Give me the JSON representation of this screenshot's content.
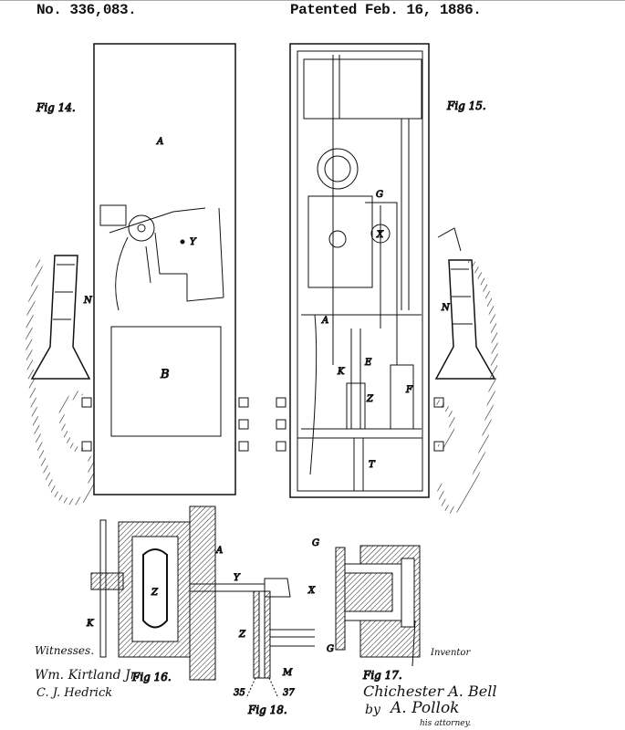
{
  "header": {
    "patent_number": "No. 336,083.",
    "patent_date": "Patented Feb. 16, 1886."
  },
  "figures": {
    "fig14": {
      "label": "Fig 14.",
      "parts": {
        "A": "A",
        "B": "B",
        "N": "N",
        "Y": "Y"
      }
    },
    "fig15": {
      "label": "Fig 15.",
      "parts": {
        "A": "A",
        "N": "N",
        "X": "X",
        "K": "K",
        "Z": "Z",
        "T": "T",
        "F": "F",
        "E": "E",
        "G": "G"
      }
    },
    "fig16": {
      "label": "Fig 16.",
      "parts": {
        "A": "A",
        "Y": "Y",
        "Z": "Z",
        "K": "K"
      }
    },
    "fig17": {
      "label": "Fig 17.",
      "parts": {
        "G": "G",
        "X": "X"
      }
    },
    "fig18": {
      "label": "Fig 18.",
      "parts": {
        "Z": "Z",
        "M": "M",
        "n35": "35",
        "n37": "37"
      }
    }
  },
  "signatures": {
    "witnesses_label": "Witnesses.",
    "witness1": "Wm. Kirtland Jr.",
    "witness2": "C. J. Hedrick",
    "inventor_label": "Inventor",
    "inventor": "Chichester A. Bell",
    "by": "by",
    "attorney": "A. Pollok",
    "attorney_label": "his attorney."
  }
}
